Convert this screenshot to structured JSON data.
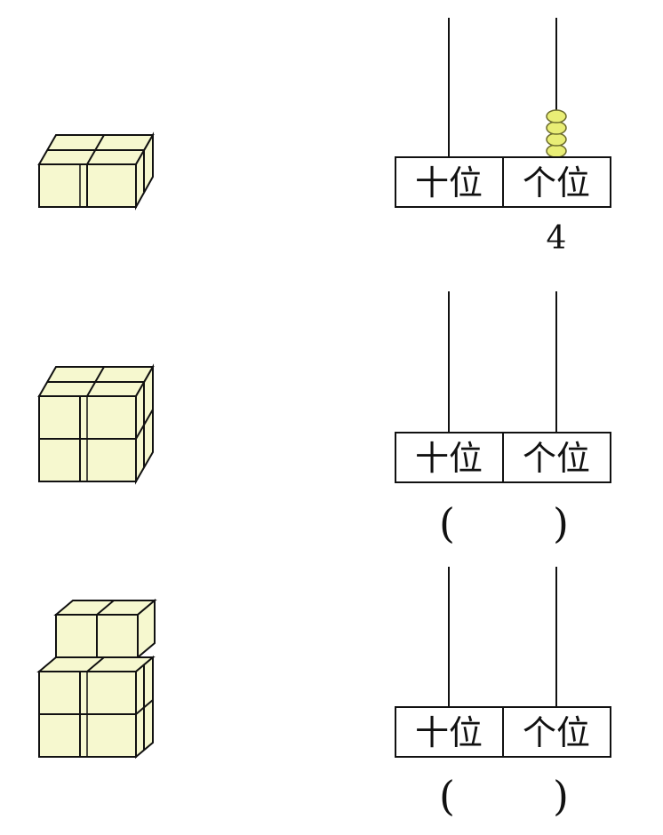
{
  "problems": [
    {
      "tens_label": "十位",
      "ones_label": "个位",
      "tens_beads": 0,
      "ones_beads": 4,
      "answer": "4",
      "open_left": "",
      "open_right": ""
    },
    {
      "tens_label": "十位",
      "ones_label": "个位",
      "tens_beads": 0,
      "ones_beads": 0,
      "answer": "",
      "open_left": "(",
      "open_right": ")"
    },
    {
      "tens_label": "十位",
      "ones_label": "个位",
      "tens_beads": 0,
      "ones_beads": 0,
      "answer": "",
      "open_left": "(",
      "open_right": ")"
    }
  ],
  "colors": {
    "cube_fill": "#f6f8cf",
    "bead_fill": "#e9ee76",
    "line": "#111111"
  }
}
